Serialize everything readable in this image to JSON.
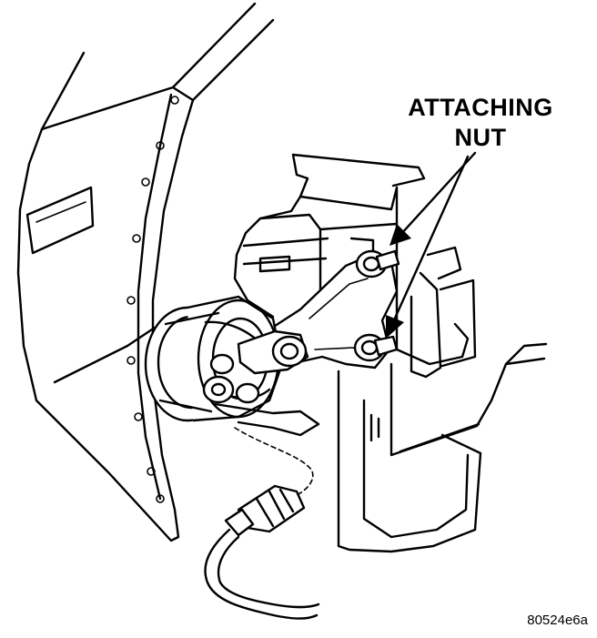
{
  "diagram": {
    "callout_label": [
      "ATTACHING",
      "NUT"
    ],
    "figure_id": "80524e6a",
    "ink_color": "#000000",
    "background_color": "#ffffff"
  }
}
